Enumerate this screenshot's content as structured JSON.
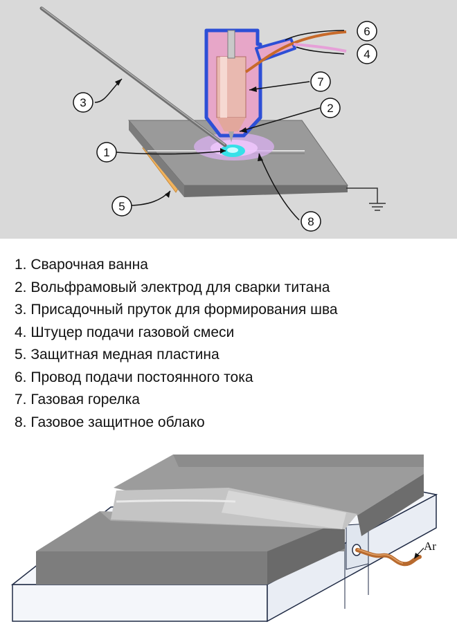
{
  "diagram": {
    "callouts": [
      "1",
      "2",
      "3",
      "4",
      "5",
      "6",
      "7",
      "8"
    ],
    "legend": [
      "1. Сварочная ванна",
      "2. Вольфрамовый электрод для сварки титана",
      "3. Присадочный пруток для формирования шва",
      "4. Штуцер подачи газовой смеси",
      "5. Защитная медная пластина",
      "6. Провод подачи постоянного тока",
      "7. Газовая горелка",
      "8. Газовое защитное облако"
    ],
    "gas_label": "Ar"
  },
  "colors": {
    "top_background": "#d9d9d9",
    "torch_nozzle": "#e7a6c8",
    "torch_outline": "#2d4fd6",
    "electrode": "#e9b9b0",
    "power_cable": "#c86a2a",
    "gas_hose": "#e6a0d8",
    "copper_plate": "#f2b35c",
    "weld_pool": "#36e0e8",
    "gas_shield": "#d9b0f0",
    "workpiece_top": "#9a9a9a",
    "base_plate": "#f4f6fa",
    "argon_tube": "#b86a2e"
  }
}
